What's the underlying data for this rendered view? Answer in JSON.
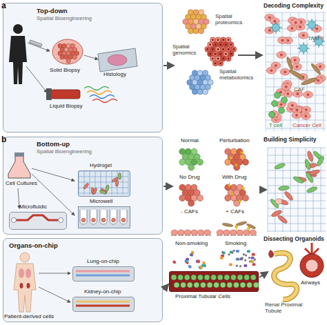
{
  "diagram": {
    "nodes": [
      {
        "text": [
          "Top-down",
          "Spatial Bioengineering"
        ]
      },
      {
        "text": [
          "Bottom-up",
          "Spatial Bioengineering"
        ]
      },
      {
        "text": [
          "Hydrogel"
        ],
        "in": 1
      },
      {
        "text": [
          "Microwell"
        ],
        "in": 1
      },
      {
        "text": [
          "Microfluidic"
        ],
        "in": 1
      },
      {
        "text": [
          "Organs-on-chip"
        ]
      },
      {
        "text": [
          "Lung-on-chip"
        ],
        "in": 5
      },
      {
        "text": [
          "Kidney-on-chip"
        ],
        "in": 5
      },
      {
        "text": [
          "Proximal Tubular Cells"
        ]
      }
    ],
    "labels": [
      "a",
      "Solid Biopsy",
      "Histology",
      "Liquid Biopsy",
      "Spatial proteomics",
      "Spatial genomics",
      "Spatial metabolomics",
      "Decoding Complexity",
      "TAM",
      "CAF",
      "T cell",
      "Cancer Cell",
      "b",
      "Cell Cultures",
      "Patient-derived cells",
      "Normal",
      "Perturbation",
      "No Drug",
      "With Drug",
      "- CAFs",
      "+ CAFs",
      "Non-smoking",
      "Smoking",
      "Building Simplicity",
      "Dissecting Organoids",
      "Renal Proximal Tubule",
      "Airways"
    ]
  }
}
